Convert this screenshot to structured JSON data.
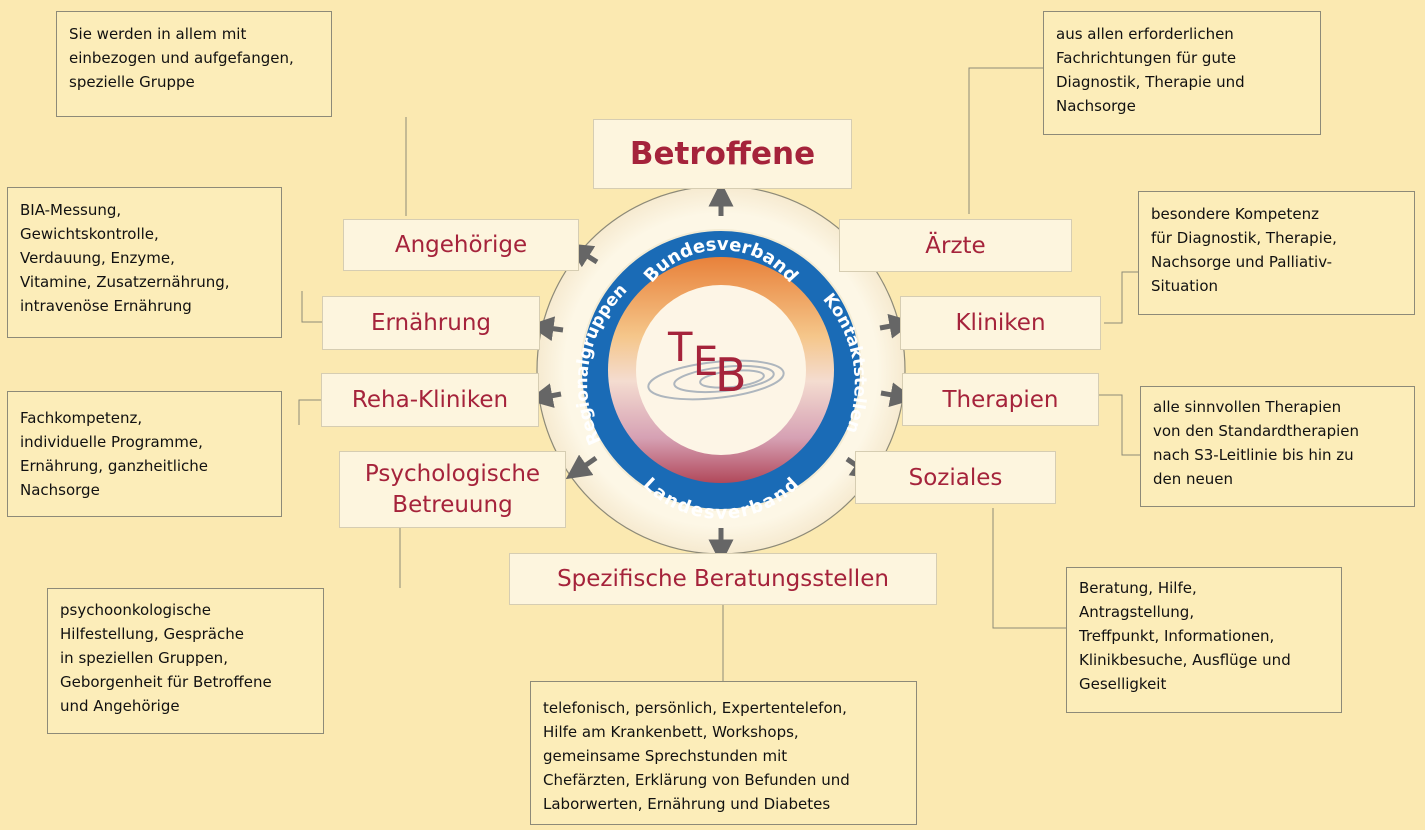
{
  "center": {
    "logo": "TEB",
    "ring_top": "Bundesverband",
    "ring_bottom": "Landesverband",
    "ring_left": "Regionalgruppen",
    "ring_right": "Kontaktstellen"
  },
  "nodes": {
    "top": "Betroffene",
    "angehoerige": "Angehörige",
    "ernaehrung": "Ernährung",
    "reha": "Reha-Kliniken",
    "psych": [
      "Psychologische",
      "Betreuung"
    ],
    "beratung": "Spezifische Beratungsstellen",
    "aerzte": "Ärzte",
    "kliniken": "Kliniken",
    "therapien": "Therapien",
    "soziales": "Soziales"
  },
  "descriptions": {
    "angehoerige": [
      "Sie werden in allem mit",
      "einbezogen und aufgefangen,",
      "spezielle Gruppe"
    ],
    "ernaehrung": [
      "BIA-Messung,",
      "Gewichtskontrolle,",
      "Verdauung, Enzyme,",
      "Vitamine, Zusatzernährung,",
      "intravenöse Ernährung"
    ],
    "reha": [
      "Fachkompetenz,",
      "individuelle Programme,",
      "Ernährung, ganzheitliche",
      "Nachsorge"
    ],
    "psych": [
      "psychoonkologische",
      "Hilfestellung, Gespräche",
      "in speziellen Gruppen,",
      "Geborgenheit für Betroffene",
      "und Angehörige"
    ],
    "beratung": [
      "telefonisch, persönlich, Expertentelefon,",
      "Hilfe am Krankenbett, Workshops,",
      "gemeinsame Sprechstunden mit",
      "Chefärzten, Erklärung von Befunden und",
      "Laborwerten, Ernährung und Diabetes"
    ],
    "aerzte": [
      "aus allen erforderlichen",
      "Fachrichtungen für gute",
      "Diagnostik, Therapie und",
      "Nachsorge"
    ],
    "kliniken": [
      "besondere Kompetenz",
      "für Diagnostik, Therapie,",
      "Nachsorge und Palliativ-",
      "Situation"
    ],
    "therapien": [
      "alle sinnvollen Therapien",
      "von den Standardtherapien",
      "nach S3-Leitlinie bis hin zu",
      "den neuen"
    ],
    "soziales": [
      "Beratung, Hilfe,",
      "Antragstellung,",
      "Treffpunkt, Informationen,",
      "Klinikbesuche, Ausflüge und",
      "Geselligkeit"
    ]
  },
  "colors": {
    "background": "#fbe9b1",
    "label_text": "#a5233b",
    "ring_blue": "#1a6bb6",
    "arrow": "#666666"
  }
}
